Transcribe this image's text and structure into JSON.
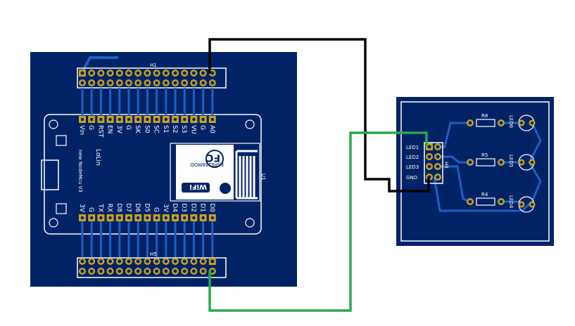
{
  "left_board": {
    "header_top": "H1",
    "header_bottom": "H5",
    "brand": "LoLin",
    "subtitle": "new NodeMcu V3",
    "module_label": "U1",
    "wifi_text": "WiFi",
    "fcc_text": "FC",
    "top_pins": [
      "Vin",
      "G",
      "RST",
      "EN",
      "3V",
      "G",
      "SK",
      "S0",
      "SC",
      "S1",
      "S2",
      "S3",
      "VU",
      "G",
      "A0"
    ],
    "bottom_pins": [
      "3V",
      "G",
      "TX",
      "RX",
      "D8",
      "D7",
      "D6",
      "D5",
      "G",
      "3V",
      "D4",
      "D3",
      "D2",
      "D1",
      "D0"
    ],
    "colors": {
      "board": "#002366",
      "pad": "#c8a020",
      "trace": "#1f5fbf",
      "silk": "#ffffff"
    }
  },
  "right_board": {
    "header": "H4",
    "header_pins": [
      "LED1",
      "LED2",
      "LED3",
      "GND"
    ],
    "resistors": [
      "R8",
      "R5",
      "R4"
    ],
    "leds": [
      "LED6",
      "LED5",
      "LED4"
    ]
  },
  "wires": {
    "gnd_color": "#000000",
    "signal_color": "#2aa84a"
  }
}
